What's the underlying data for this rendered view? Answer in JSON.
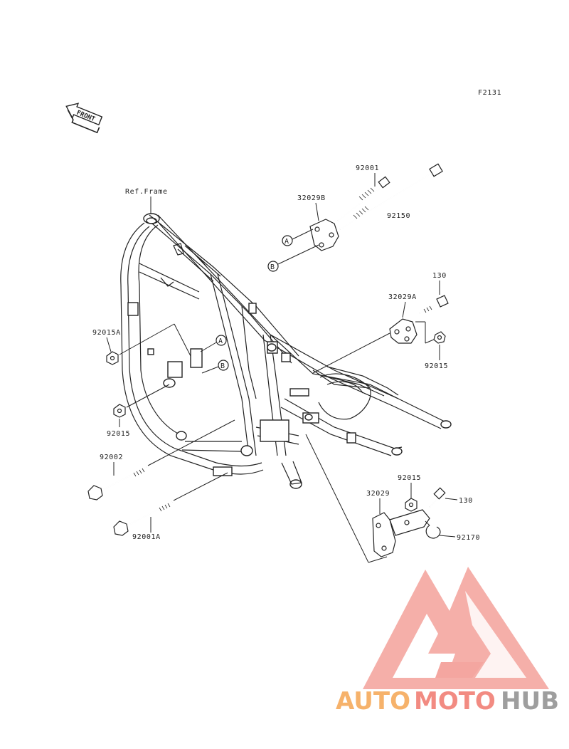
{
  "diagram": {
    "figure_code": "F2131",
    "front_label": "FRONT",
    "ref_frame": "Ref.Frame",
    "callout_a": "A",
    "callout_b": "B",
    "parts": {
      "p92001": "92001",
      "p32029B": "32029B",
      "p92150": "92150",
      "p130_top": "130",
      "p32029A": "32029A",
      "p92015_right": "92015",
      "p92015A": "92015A",
      "p92015_left": "92015",
      "p92002": "92002",
      "p92001A": "92001A",
      "p92015_bottom": "92015",
      "p32029": "32029",
      "p130_bottom": "130",
      "p92170": "92170"
    }
  },
  "watermark": {
    "word_auto": "AUTO",
    "word_moto": "MOTO",
    "word_hub": "HUB",
    "color_auto": "#f6b26b",
    "color_moto": "#f28b82",
    "color_hub": "#9e9e9e",
    "logo_color": "#f4a6a0"
  }
}
